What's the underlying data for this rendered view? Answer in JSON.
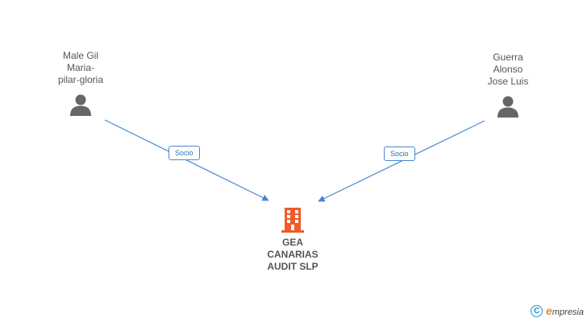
{
  "people": [
    {
      "id": "left",
      "name_lines": [
        "Male Gil",
        "Maria-",
        "pilar-gloria"
      ]
    },
    {
      "id": "right",
      "name_lines": [
        "Guerra",
        "Alonso",
        "Jose Luis"
      ]
    }
  ],
  "company": {
    "name_lines": [
      "GEA",
      "CANARIAS",
      "AUDIT SLP"
    ]
  },
  "relations": [
    {
      "from": "left",
      "label": "Socio"
    },
    {
      "from": "right",
      "label": "Socio"
    }
  ],
  "footer": {
    "copyright_symbol": "C",
    "brand_first_letter": "e",
    "brand_rest": "mpresia"
  },
  "colors": {
    "person_icon": "#666666",
    "building_icon": "#f05a28",
    "edge": "#4a86cf",
    "text": "#555555"
  },
  "icons": {
    "person": "person-icon",
    "company": "building-icon",
    "copyright": "copyright-icon"
  }
}
